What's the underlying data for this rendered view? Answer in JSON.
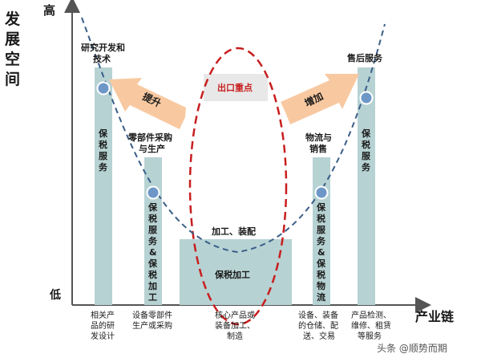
{
  "y_axis": {
    "title_chars": [
      "发",
      "展",
      "空",
      "间"
    ],
    "high": "高",
    "low": "低"
  },
  "x_axis": {
    "title": "产业链"
  },
  "top_labels": {
    "rd_line1": "研究开发和",
    "rd_line2": "技术",
    "parts_line1": "零部件采购",
    "parts_line2": "与生产",
    "assembly": "加工、装配",
    "logistics_line1": "物流与",
    "logistics_line2": "销售",
    "aftersales": "售后服务"
  },
  "bar_text": {
    "rd": [
      "保",
      "税",
      "服",
      "务"
    ],
    "parts": [
      "保",
      "税",
      "服",
      "务",
      "&",
      "保",
      "税",
      "加",
      "工"
    ],
    "logistics": [
      "保",
      "税",
      "服",
      "务",
      "&",
      "保",
      "税",
      "物",
      "流"
    ],
    "aftersales": [
      "保",
      "税",
      "服",
      "务"
    ]
  },
  "center": {
    "export_focus": "出口重点",
    "bonded_processing": "保税加工"
  },
  "arrows": {
    "left": "提升",
    "right": "增加"
  },
  "bottom_labels": {
    "rd": [
      "相关产",
      "品的研",
      "发设计"
    ],
    "parts": [
      "设备零部件",
      "生产或采购"
    ],
    "core": [
      "核心产品或",
      "装备加工、",
      "制造"
    ],
    "logistics": [
      "设备、装备",
      "的仓储、配",
      "送、交易"
    ],
    "aftersales": [
      "产品检测、",
      "维修、租赁",
      "等服务"
    ]
  },
  "watermark": "头条 @顺势而期",
  "colors": {
    "bar": "#b7d2d3",
    "dot": "#6e97c8",
    "arrow": "#f8c9a1",
    "curve": "#3a5e88",
    "ellipse": "#c81e1e",
    "export_box": "#e8e8e8"
  }
}
